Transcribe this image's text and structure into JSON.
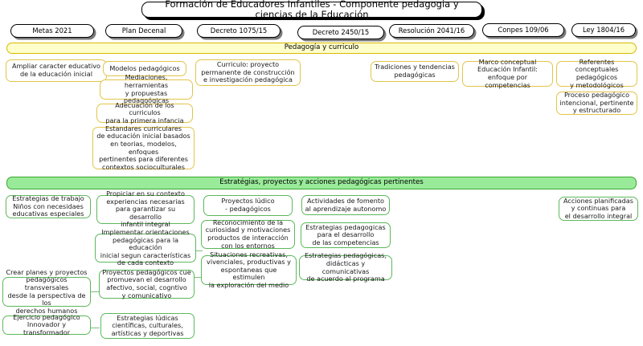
{
  "title": {
    "text": "Formación de Educadores Infantiles  -  Componente pedagogia y ciencias de la Educación"
  },
  "norm_chips": [
    {
      "label": "Metas 2021"
    },
    {
      "label": "Plan Decenal"
    },
    {
      "label": "Decreto 1075/15"
    },
    {
      "label": "Decreto 2450/15"
    },
    {
      "label": "Resolución 2041/16"
    },
    {
      "label": "Conpes 109/06"
    },
    {
      "label": "Ley 1804/16"
    }
  ],
  "sections": [
    {
      "banner": "Pedagogía y curriculo",
      "accent": "#ffffcc",
      "border": "#d8b900",
      "nodes": [
        {
          "text": "Ampliar caracter educativo\nde la educación inicial"
        },
        {
          "text": "Modelos pedagógicos"
        },
        {
          "text": "Mediaciones, herramientas\ny propuestas pedagoógicas"
        },
        {
          "text": "Adecuación de los curriculos\npara la primera infancia"
        },
        {
          "text": "Estandares curriculares\nde educación inicial basados\nen teorias, modelos, enfoques\npertinentes para diferentes\ncontextos socioculturales"
        },
        {
          "text": "Curriculo: proyecto\npermanente de construcción\ne investigación pedagógica"
        },
        {
          "text": "Tradiciones y tendencias\npedagógicas"
        },
        {
          "text": "Marco conceptual\nEducación Infantil:\nenfoque por competencias"
        },
        {
          "text": "Referentes conceptuales\npedagógicos\ny metodológicos"
        },
        {
          "text": "Proceso pedagógico\nintencional, pertinente\ny estructurado"
        }
      ]
    },
    {
      "banner": "Estratégias, proyectos y acciones pedagógicas pertinentes",
      "accent": "#99eb99",
      "border": "#3aa832",
      "nodes": [
        {
          "text": "Estrategias de trabajo\nNiños con necesidaes\neducativas especiales"
        },
        {
          "text": "Propiciar en su contexto\nexperiencias necesarias\npara garantizar su desarrollo\ninfantil integral"
        },
        {
          "text": "Implementar orientaciones\npedagógicas para la educación\ninicial segun características\nde cada contexto"
        },
        {
          "text": "Crear planes y proyectos\npedagógicos transversales\ndesde la perspectiva de los\nderechos humanos"
        },
        {
          "text": "Proyectos pedagógicos cue\npromuevan el desarrollo\nafectivo, social, cogntivo\ny comunicativo"
        },
        {
          "text": "Ejercicio pedagógico\nInnovador y transformador"
        },
        {
          "text": "Estrategias lúdicas\ncientíficas, culturales,\nartísticas y deportivas"
        },
        {
          "text": "Proyectos lúdico\n- pedagógicos"
        },
        {
          "text": "Reconocimiento de la\ncuriosidad y motivaciones\nproductos de interacción\ncon los entornos"
        },
        {
          "text": "Situaciones recreativas,\nvivenciales, productivas y\nespontaneas que estimulen\nla exploración del medio"
        },
        {
          "text": "Actividades de fomento\nal aprendizaje autonomo"
        },
        {
          "text": "Estrategias pedagogicas\npara el desarrollo\nde las competencias"
        },
        {
          "text": "Estrategias pedagógicas,\ndidácticas y comunicativas\nde acuerdo al programa"
        },
        {
          "text": "Acciones planificadas\ny continuas para\nel desarrollo integral"
        }
      ]
    }
  ]
}
